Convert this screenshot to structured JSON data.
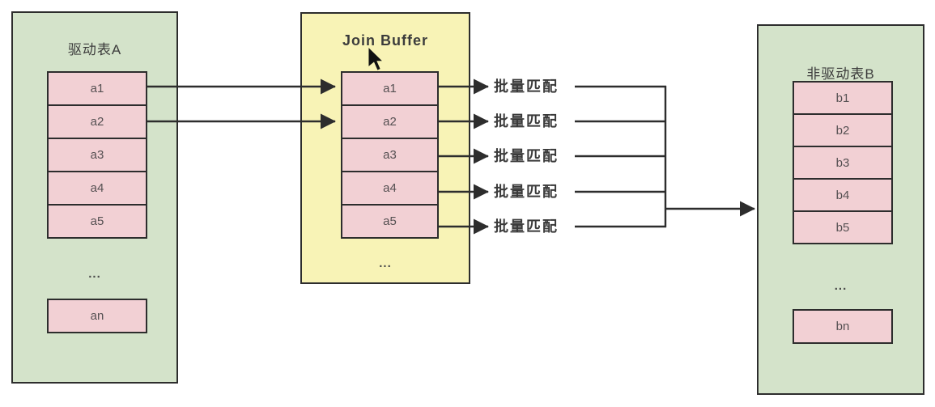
{
  "diagram": {
    "table_a": {
      "title": "驱动表A",
      "rows": [
        "a1",
        "a2",
        "a3",
        "a4",
        "a5"
      ],
      "ellipsis": "...",
      "last_row": "an"
    },
    "join_buffer": {
      "title": "Join Buffer",
      "rows": [
        "a1",
        "a2",
        "a3",
        "a4",
        "a5"
      ],
      "ellipsis": "..."
    },
    "table_b": {
      "title": "非驱动表B",
      "rows": [
        "b1",
        "b2",
        "b3",
        "b4",
        "b5"
      ],
      "ellipsis": "...",
      "last_row": "bn"
    },
    "match_labels": [
      "批量匹配",
      "批量匹配",
      "批量匹配",
      "批量匹配",
      "批量匹配"
    ],
    "colors": {
      "table_fill": "#d4e3ca",
      "buffer_fill": "#f8f3b6",
      "row_fill": "#f2d0d4",
      "border": "#2d2d2d",
      "arrow": "#2d2d2d"
    }
  }
}
